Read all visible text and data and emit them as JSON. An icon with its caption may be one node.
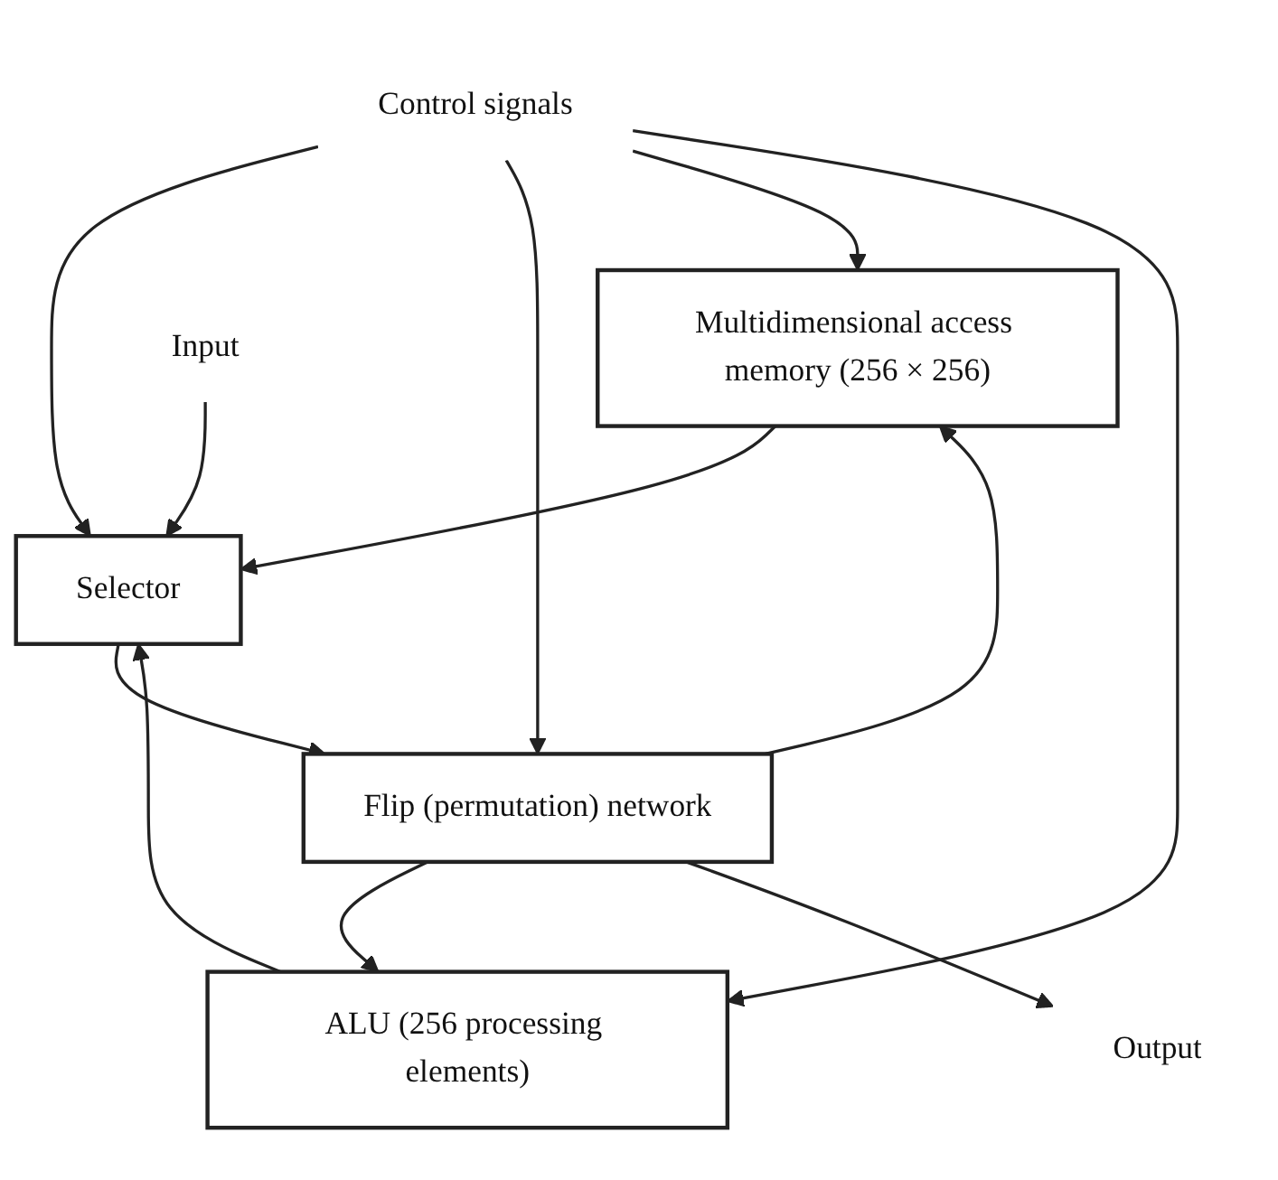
{
  "diagram": {
    "nodes": [
      {
        "text": [
          "Multidimensional access memory (256 × 256)"
        ]
      },
      {
        "text": [
          "ALU (256 processing elements)"
        ]
      },
      {
        "text": [
          "Input"
        ]
      },
      {
        "text": [
          "Selector"
        ]
      },
      {
        "text": [
          "Flip (permutation) network"
        ]
      },
      {
        "text": [
          "Output"
        ]
      },
      {
        "text": [
          "Control signals"
        ]
      }
    ],
    "edges": [
      {
        "from": 0,
        "to": 3,
        "arrow": "to"
      },
      {
        "from": 1,
        "to": 3,
        "arrow": "to"
      },
      {
        "from": 2,
        "to": 3,
        "arrow": "to"
      },
      {
        "from": 6,
        "to": 3,
        "arrow": "to"
      },
      {
        "from": 3,
        "to": 4,
        "arrow": "to"
      },
      {
        "from": 4,
        "to": 0,
        "arrow": "to"
      },
      {
        "from": 4,
        "to": 1,
        "arrow": "to"
      },
      {
        "from": 4,
        "to": 5,
        "arrow": "to"
      },
      {
        "from": 6,
        "to": 4,
        "arrow": "to"
      },
      {
        "from": 6,
        "to": 0,
        "arrow": "to"
      },
      {
        "from": 6,
        "to": 1,
        "arrow": "to"
      }
    ]
  }
}
